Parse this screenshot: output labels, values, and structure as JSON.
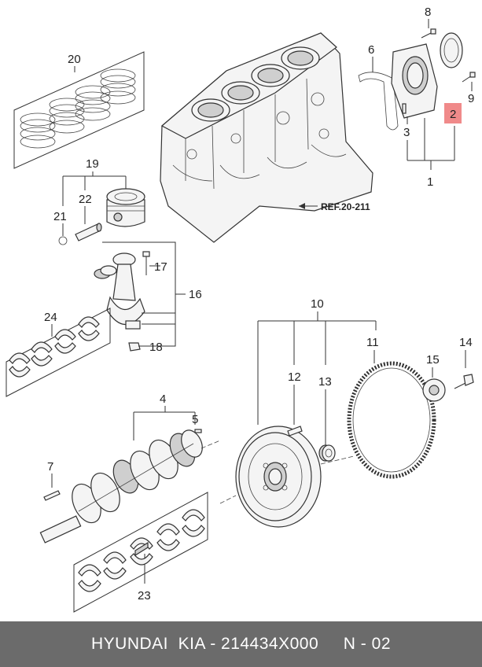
{
  "callouts": {
    "c1": "1",
    "c2": "2",
    "c3": "3",
    "c4": "4",
    "c5": "5",
    "c6": "6",
    "c7": "7",
    "c8": "8",
    "c9": "9",
    "c10": "10",
    "c11": "11",
    "c12": "12",
    "c13": "13",
    "c14": "14",
    "c15": "15",
    "c16": "16",
    "c17": "17",
    "c18": "18",
    "c19": "19",
    "c20": "20",
    "c21": "21",
    "c22": "22",
    "c23": "23",
    "c24": "24"
  },
  "reference": "REF.20-211",
  "highlight_color": "#f08a8a",
  "footer": {
    "text": "HYUNDAI  KIA - 214434X000     N - 02",
    "background": "#6b6b6b"
  }
}
